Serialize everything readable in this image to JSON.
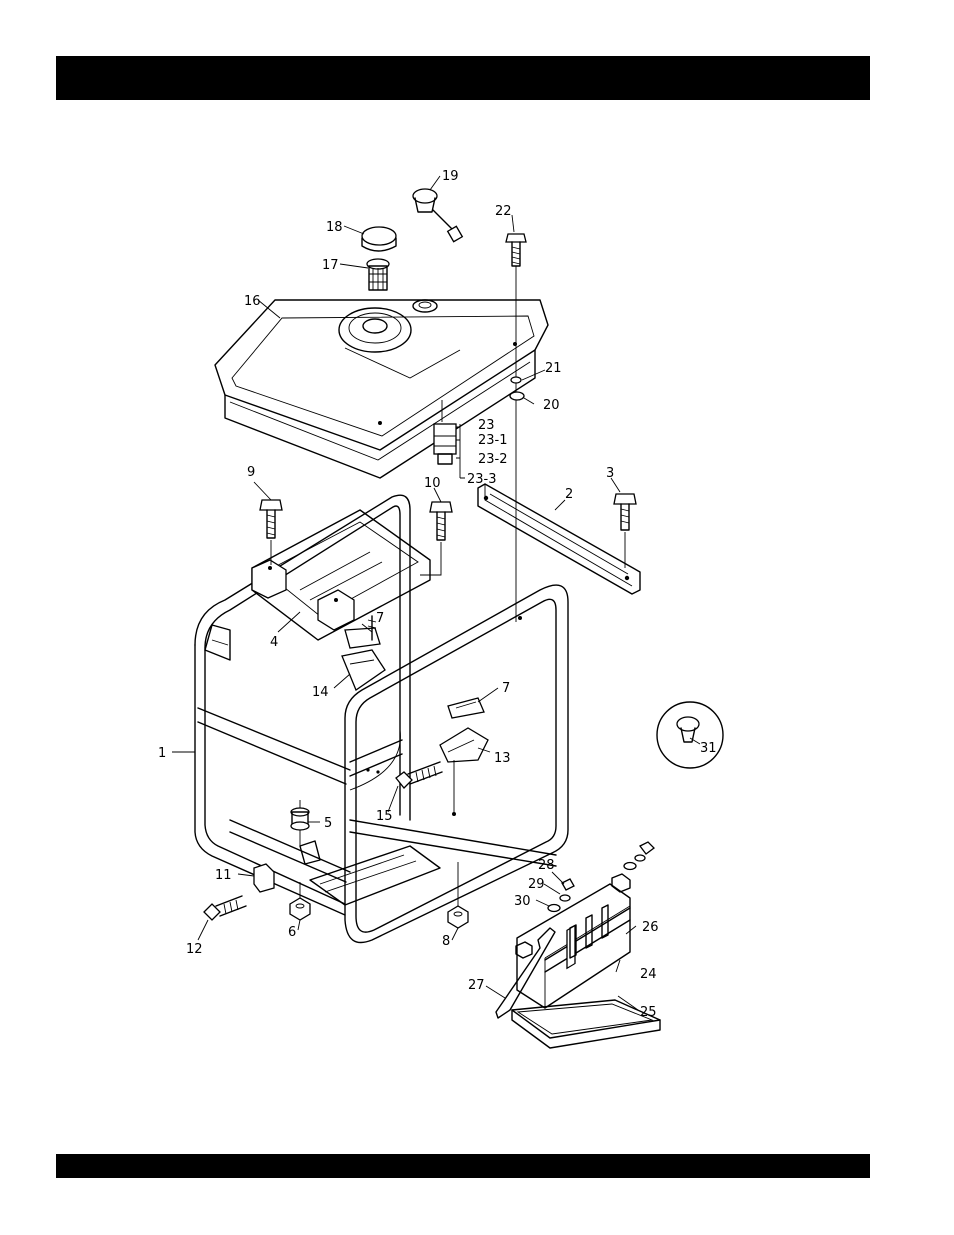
{
  "header": {
    "title": ""
  },
  "footer": {
    "text": ""
  },
  "diagram": {
    "callouts": {
      "c1": "1",
      "c2": "2",
      "c3": "3",
      "c4": "4",
      "c5": "5",
      "c6": "6",
      "c7a": "7",
      "c7b": "7",
      "c8": "8",
      "c9": "9",
      "c10": "10",
      "c11": "11",
      "c12": "12",
      "c13": "13",
      "c14": "14",
      "c15": "15",
      "c16": "16",
      "c17": "17",
      "c18": "18",
      "c19": "19",
      "c20": "20",
      "c21": "21",
      "c22": "22",
      "c23": "23",
      "c23_1": "23-1",
      "c23_2": "23-2",
      "c23_3": "23-3",
      "c24": "24",
      "c25": "25",
      "c26": "26",
      "c27": "27",
      "c28": "28",
      "c29": "29",
      "c30": "30",
      "c31": "31"
    }
  }
}
